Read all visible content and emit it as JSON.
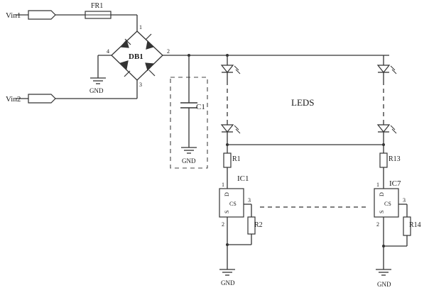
{
  "inputs": {
    "vin1": "Vin1",
    "vin2": "Vin2"
  },
  "fuse": {
    "label": "FR1"
  },
  "bridge": {
    "label": "DB1",
    "pin2": "2",
    "pin4": "4",
    "pin_top": "1",
    "pin_bottom": "3"
  },
  "capacitor": {
    "label": "C1"
  },
  "leds": {
    "label": "LEDS"
  },
  "grounds": {
    "bridge_gnd": "GND",
    "cap_gnd": "GND",
    "ic1_gnd": "GND",
    "ic7_gnd": "GND"
  },
  "resistors": {
    "r1": "R1",
    "r2": "R2",
    "r13": "R13",
    "r14": "R14"
  },
  "ics": {
    "ic1": {
      "name": "IC1",
      "core": "CS",
      "pin_d": "D",
      "pin_s": "S",
      "pin3": "3",
      "pin_top": "1",
      "pin_bottom": "2"
    },
    "ic7": {
      "name": "IC7",
      "core": "CS",
      "pin_d": "D",
      "pin_s": "S",
      "pin3": "3",
      "pin_top": "1",
      "pin_bottom": "2"
    }
  }
}
